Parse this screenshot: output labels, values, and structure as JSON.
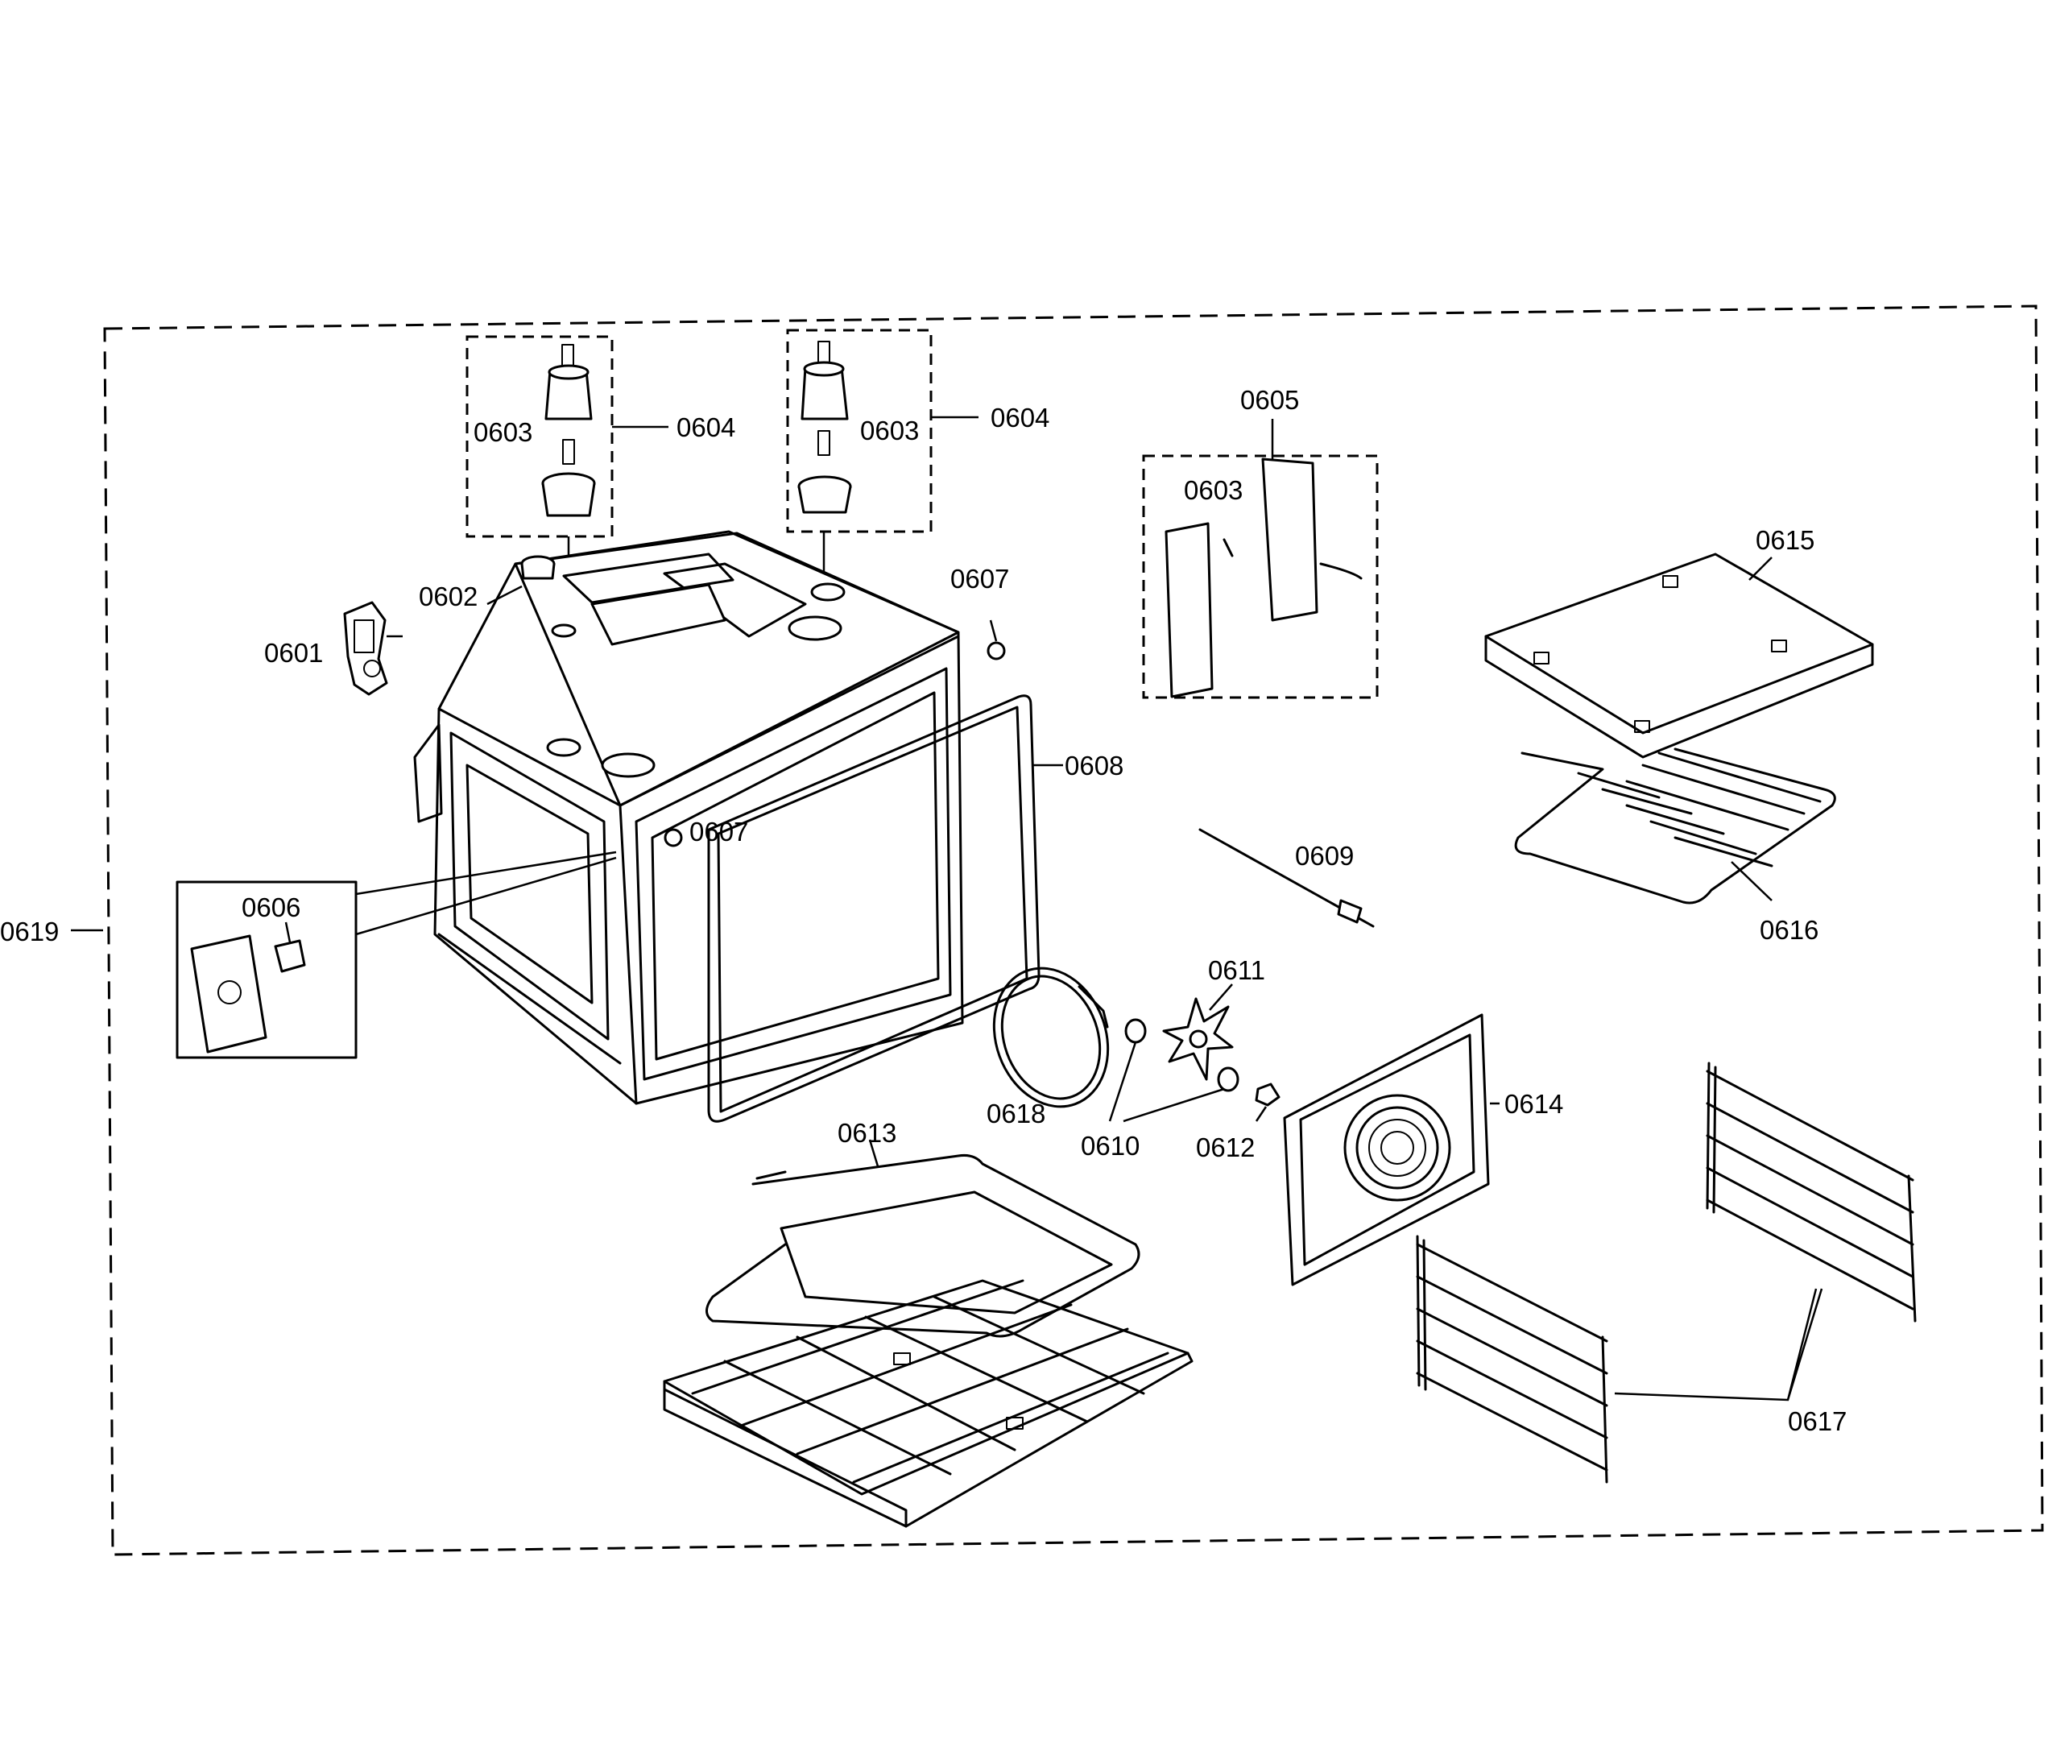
{
  "diagram": {
    "labels": {
      "p0601": "0601",
      "p0602": "0602",
      "p0603_a": "0603",
      "p0603_b": "0603",
      "p0603_c": "0603",
      "p0604_a": "0604",
      "p0604_b": "0604",
      "p0605": "0605",
      "p0606": "0606",
      "p0607_a": "0607",
      "p0607_b": "0607",
      "p0608": "0608",
      "p0609": "0609",
      "p0610": "0610",
      "p0611": "0611",
      "p0612": "0612",
      "p0613": "0613",
      "p0614": "0614",
      "p0615": "0615",
      "p0616": "0616",
      "p0617": "0617",
      "p0618": "0618",
      "p0619": "0619"
    }
  }
}
